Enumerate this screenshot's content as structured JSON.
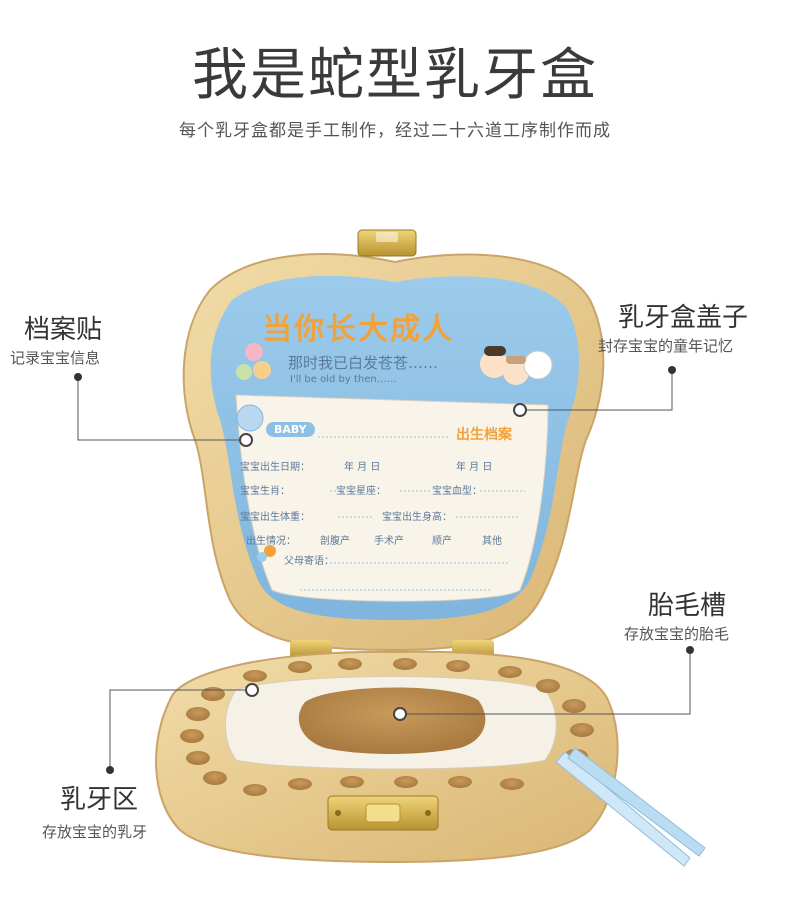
{
  "heading": {
    "title": "我是蛇型乳牙盒",
    "subtitle": "每个乳牙盒都是手工制作，经过二十六道工序制作而成"
  },
  "callouts": {
    "archive_sticker": {
      "title": "档案贴",
      "desc": "记录宝宝信息"
    },
    "lid": {
      "title": "乳牙盒盖子",
      "desc": "封存宝宝的童年记忆"
    },
    "hair_slot": {
      "title": "胎毛槽",
      "desc": "存放宝宝的胎毛"
    },
    "teeth_area": {
      "title": "乳牙区",
      "desc": "存放宝宝的乳牙"
    }
  },
  "card": {
    "banner": "当你长大成人",
    "line1": "那时我已白发苍苍……",
    "line2": "I'll be old by then……",
    "badge": "BABY",
    "record_title": "出生档案",
    "fields": {
      "birthdate": "宝宝出生日期：",
      "ymd": "年  月  日",
      "zodiac": "宝宝生肖：",
      "star_sign": "宝宝星座：",
      "blood": "宝宝血型：",
      "weight": "宝宝出生体重：",
      "height": "宝宝出生身高：",
      "birth_status": "出生情况：",
      "opt1": "剖腹产",
      "opt2": "手术产",
      "opt3": "顺产",
      "opt4": "其他",
      "message": "父母寄语："
    }
  },
  "colors": {
    "wood": "#e9cf98",
    "wood_dark": "#c9a46a",
    "card_blue": "#8ec0e6",
    "paper": "#f7f3ea",
    "brass": "#d6b24a",
    "banner_orange": "#f3a23a"
  }
}
